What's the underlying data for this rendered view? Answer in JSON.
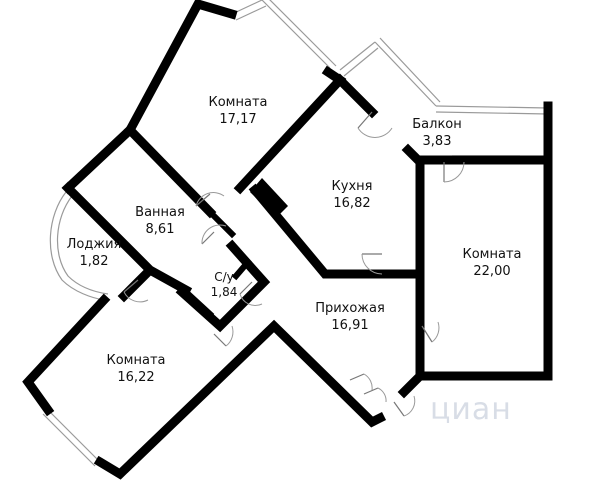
{
  "rooms": [
    {
      "name": "Комната",
      "area": "17,17"
    },
    {
      "name": "Балкон",
      "area": "3,83"
    },
    {
      "name": "Кухня",
      "area": "16,82"
    },
    {
      "name": "Ванная",
      "area": "8,61"
    },
    {
      "name": "Лоджия",
      "area": "1,82"
    },
    {
      "name": "Комната",
      "area": "22,00"
    },
    {
      "name": "С/у",
      "area": "1,84"
    },
    {
      "name": "Прихожая",
      "area": "16,91"
    },
    {
      "name": "Комната",
      "area": "16,22"
    }
  ],
  "watermark": "циан"
}
